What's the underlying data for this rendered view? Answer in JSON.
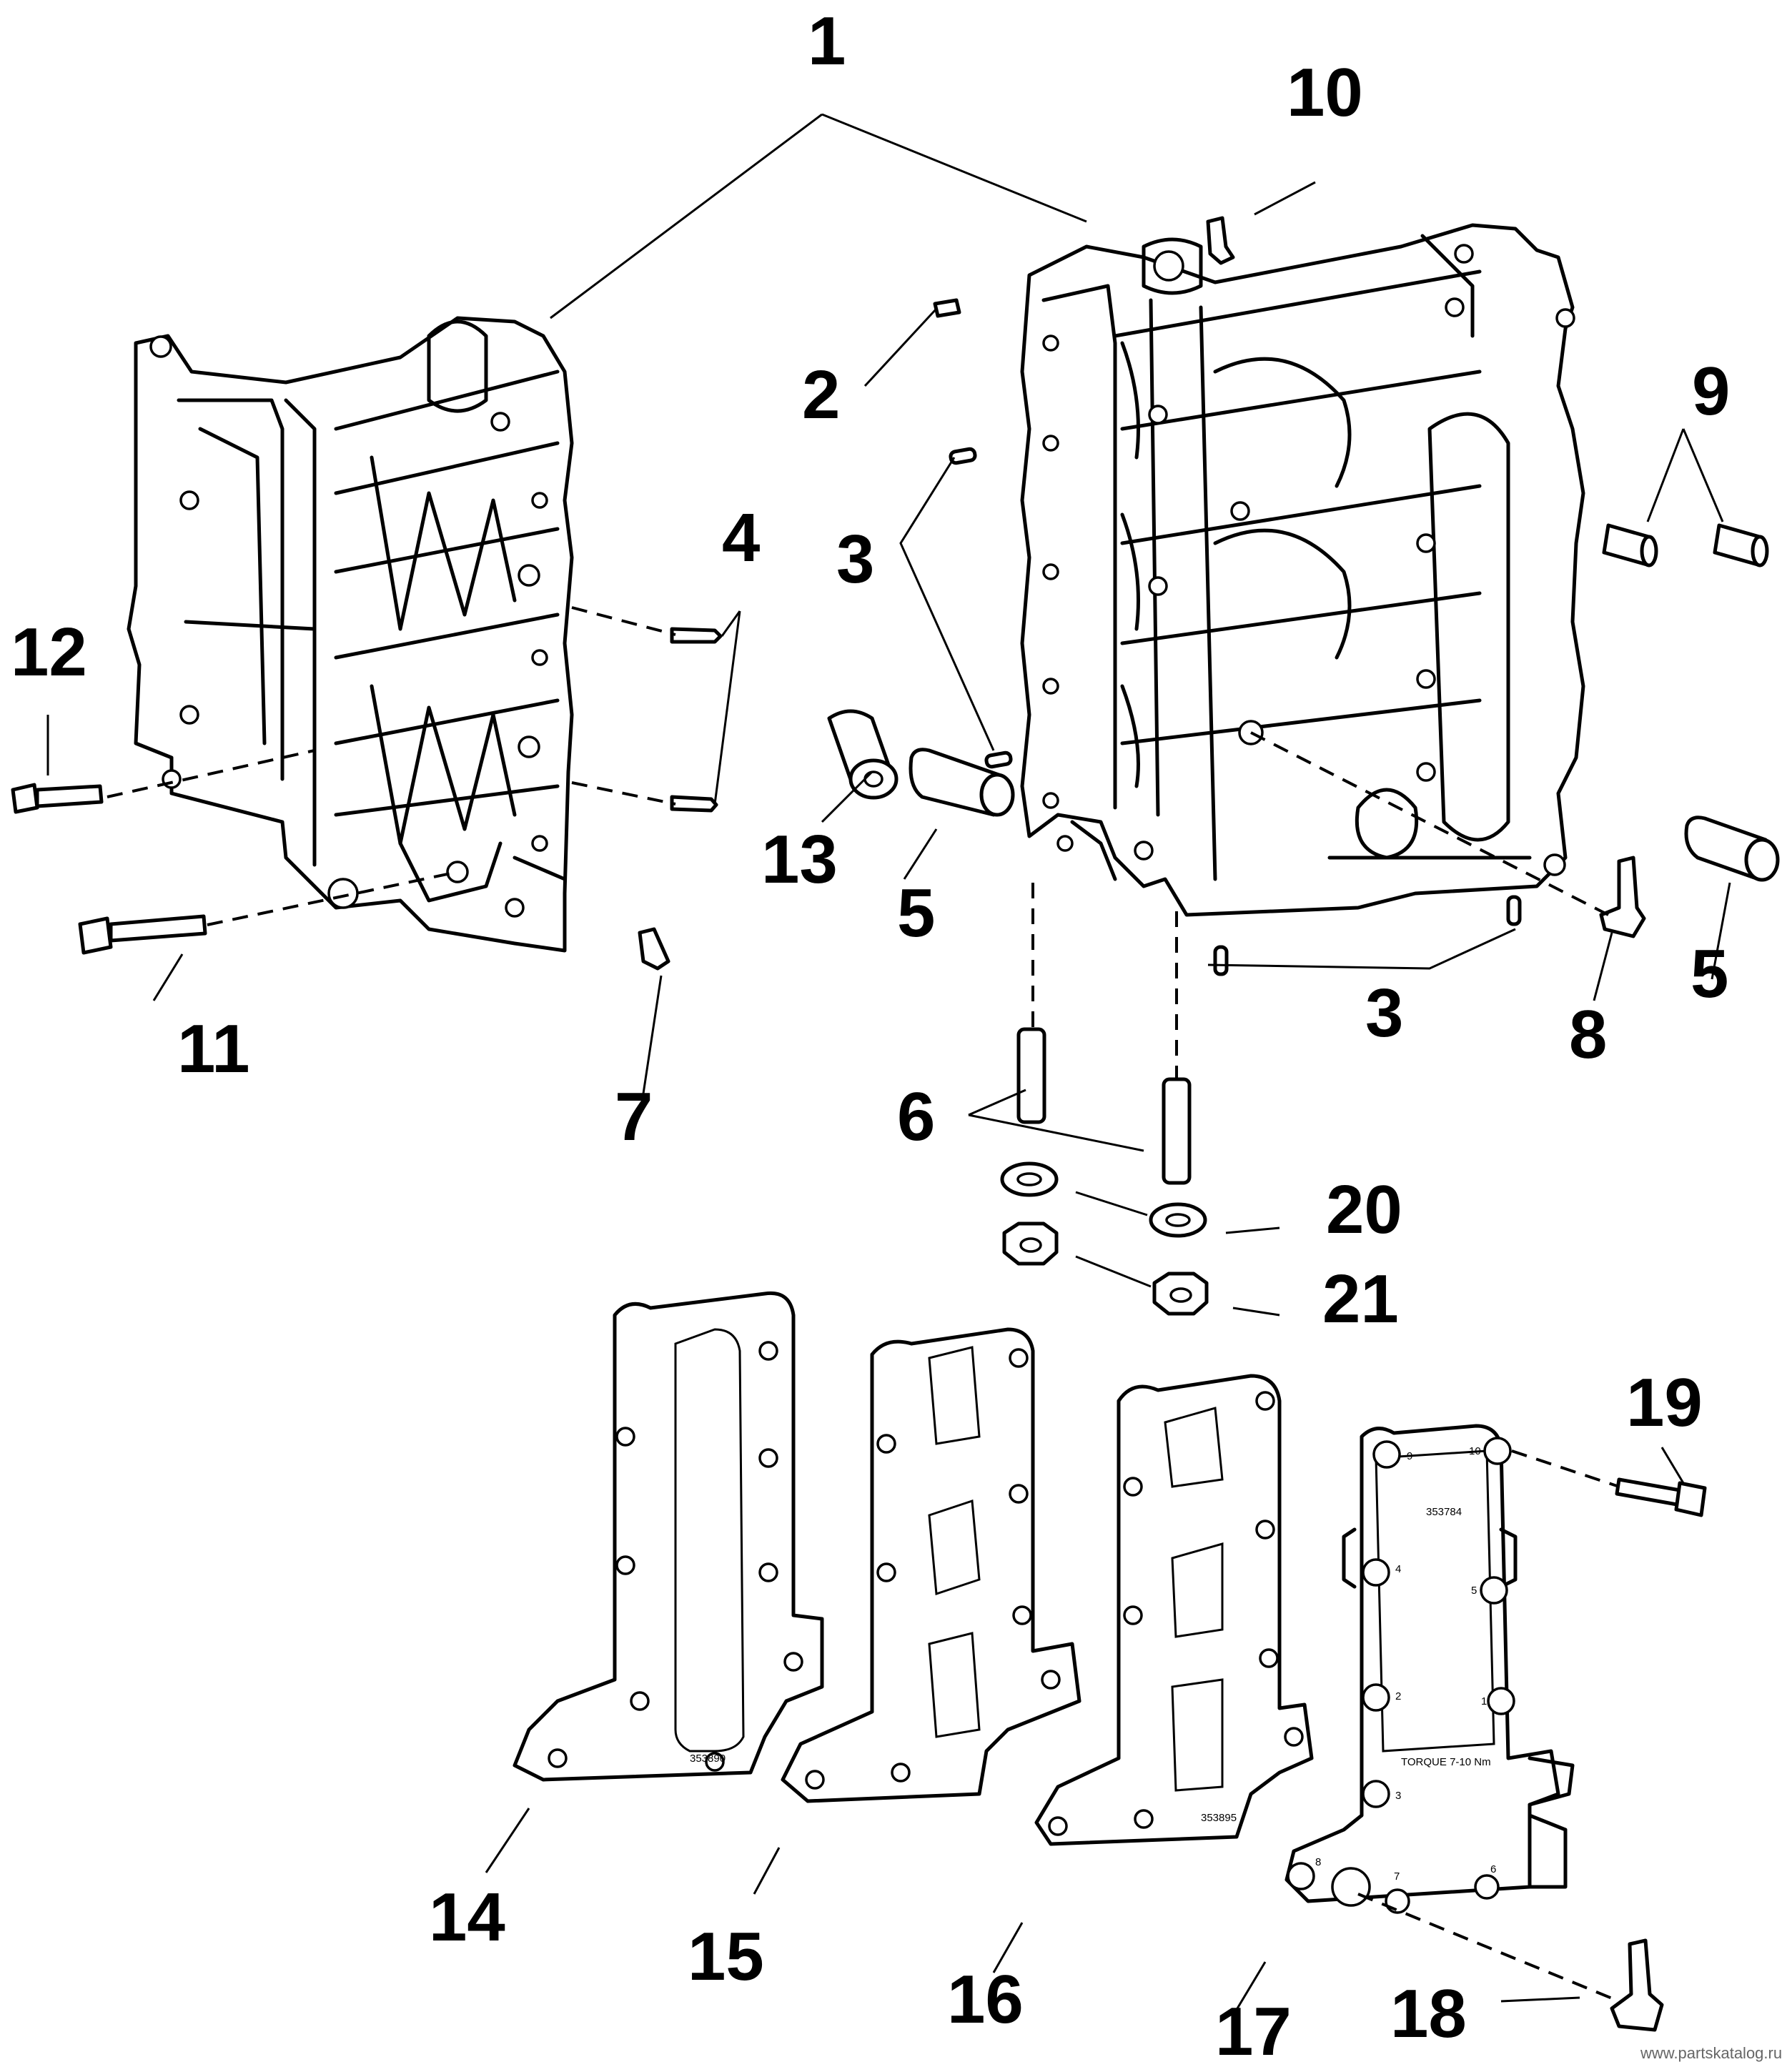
{
  "callouts": {
    "c1": "1",
    "c2": "2",
    "c3a": "3",
    "c3b": "3",
    "c4": "4",
    "c5a": "5",
    "c5b": "5",
    "c6": "6",
    "c7": "7",
    "c8": "8",
    "c9": "9",
    "c10": "10",
    "c11": "11",
    "c12": "12",
    "c13": "13",
    "c14": "14",
    "c15": "15",
    "c16": "16",
    "c17": "17",
    "c18": "18",
    "c19": "19",
    "c20": "20",
    "c21": "21"
  },
  "stamps": {
    "g14": "353890",
    "g16": "353895",
    "cover_part": "353784",
    "torque": "TORQUE  7-10 Nm",
    "seq": [
      "9",
      "10",
      "4",
      "5",
      "2",
      "1",
      "3",
      "8",
      "7",
      "6"
    ]
  },
  "watermark": "www.partskatalog.ru"
}
